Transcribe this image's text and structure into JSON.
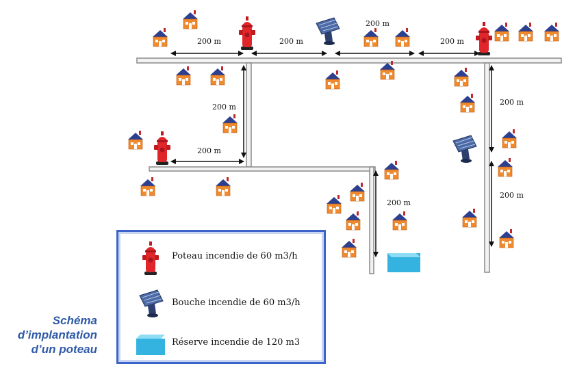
{
  "diagram": {
    "distance_label": "200 m"
  },
  "legend": {
    "hydrant_label": "Poteau incendie de 60 m3/h",
    "bouche_label": "Bouche incendie de 60 m3/h",
    "reserve_label": "Réserve incendie  de 120 m3"
  },
  "caption": {
    "line1": "Schéma",
    "line2": "d’implantation",
    "line3": "d’un poteau"
  },
  "colors": {
    "hydrant": "#e0252b",
    "house_wall": "#f08a2e",
    "house_roof": "#2d3f8f",
    "pipe": "#8a8a8a",
    "reserve": "#35b3e0",
    "legend_border": "#3c63c8",
    "caption": "#2f5aa8"
  }
}
